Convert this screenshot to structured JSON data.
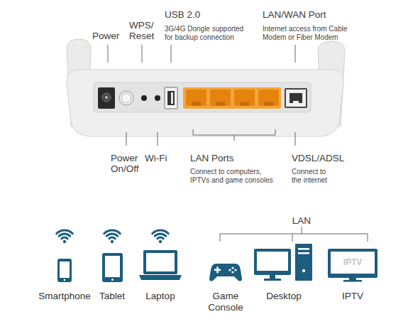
{
  "diagram": {
    "nodes": [
      {
        "text": [
          "Smartphone"
        ]
      },
      {
        "text": [
          "Tablet"
        ]
      },
      {
        "text": [
          "Laptop"
        ]
      },
      {
        "text": [
          "Game Console"
        ]
      },
      {
        "text": [
          "Desktop"
        ]
      },
      {
        "text": [
          "IPTV",
          "IPTV"
        ]
      }
    ],
    "labels": [
      "Power",
      "WPS/ Reset",
      "USB 2.0",
      "3G/4G Dongle supported for backup connection",
      "LAN/WAN Port",
      "Internet access from Cable Modem or Fiber Modem",
      "Power On/Off",
      "Wi-Fi",
      "LAN Ports",
      "Connect to computers, IPTVs and game consoles",
      "VDSL/ADSL",
      "Connect to the internet",
      "LAN"
    ]
  }
}
